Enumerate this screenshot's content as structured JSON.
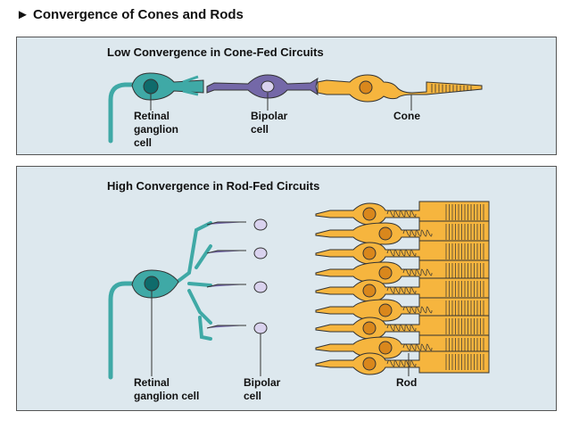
{
  "title": "Convergence of Cones and Rods",
  "title_icon": "triangle-right-icon",
  "colors": {
    "ganglion": "#3fa9a6",
    "ganglion_nucleus": "#0f6b6b",
    "bipolar": "#7468a8",
    "bipolar_nucleus": "#d9d2ee",
    "photoreceptor": "#f6b53e",
    "photoreceptor_nucleus": "#d9871c",
    "panel_bg": "#dde8ee"
  },
  "panels": {
    "low": {
      "heading": "Low Convergence in Cone-Fed Circuits",
      "labels": {
        "ganglion": "Retinal\nganglion\ncell",
        "bipolar": "Bipolar\ncell",
        "receptor": "Cone"
      }
    },
    "high": {
      "heading": "High Convergence in Rod-Fed Circuits",
      "labels": {
        "ganglion": "Retinal\nganglion cell",
        "bipolar": "Bipolar\ncell",
        "receptor": "Rod"
      }
    }
  }
}
